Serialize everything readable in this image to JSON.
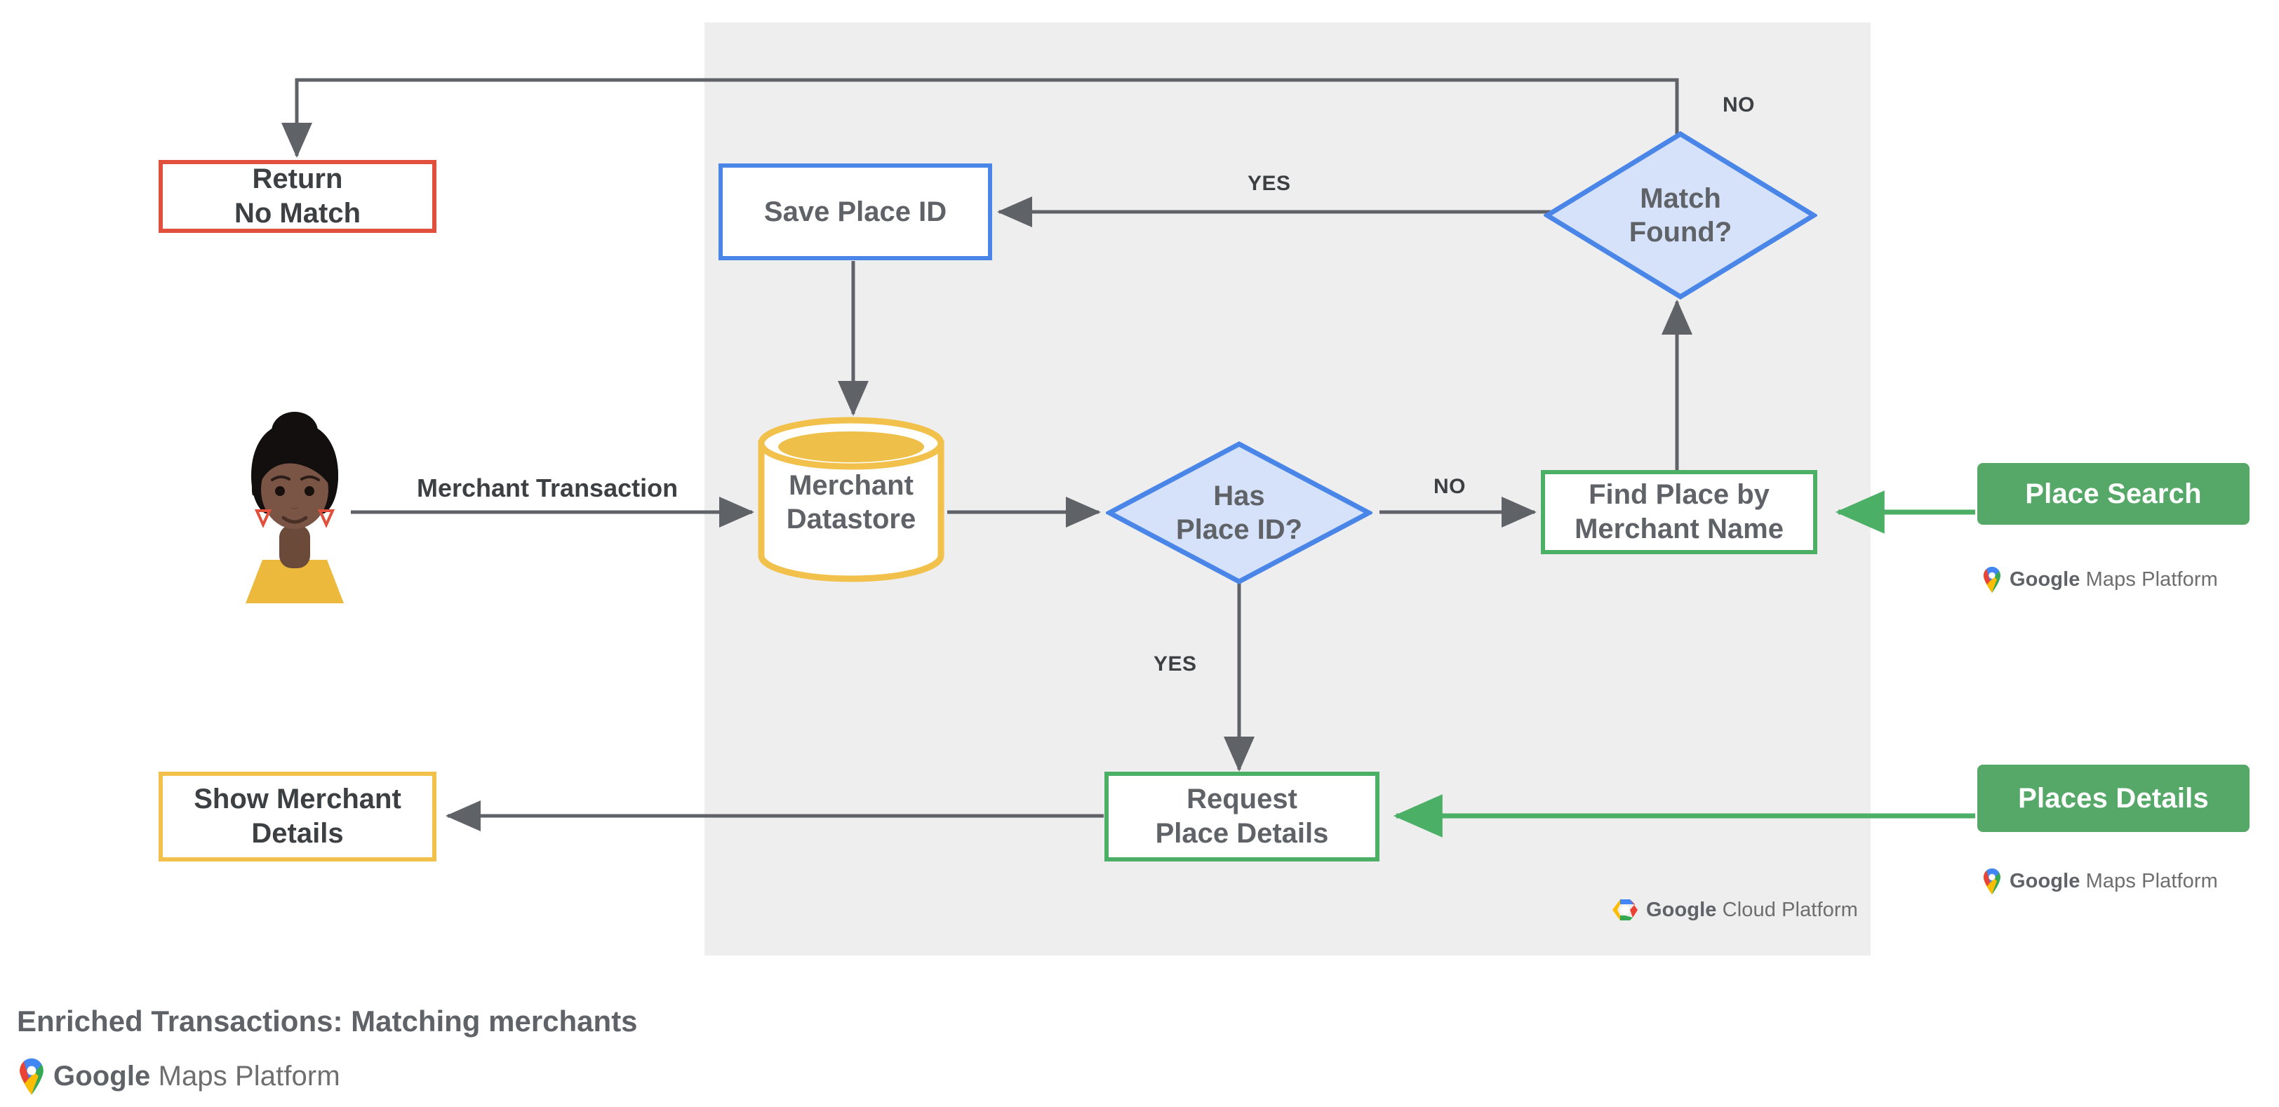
{
  "diagram": {
    "caption": "Enriched Transactions: Matching merchants",
    "panel_label": "Google Cloud Platform",
    "colors": {
      "panel_bg": "#eeeeee",
      "red": "#e0503c",
      "blue": "#4a86e8",
      "blue_fill": "#d6e2fa",
      "green": "#4caf66",
      "green_solid": "#55a868",
      "yellow": "#f2c14c",
      "connector": "#5f6368",
      "text": "#5f6368"
    }
  },
  "nodes": {
    "return_no_match": {
      "label": "Return\nNo Match",
      "shape": "rect",
      "accent": "red"
    },
    "save_place_id": {
      "label": "Save Place ID",
      "shape": "rect",
      "accent": "blue"
    },
    "match_found": {
      "label": "Match\nFound?",
      "shape": "diamond",
      "accent": "blue"
    },
    "merchant_datastore": {
      "label": "Merchant\nDatastore",
      "shape": "cylinder",
      "accent": "yellow"
    },
    "has_place_id": {
      "label": "Has\nPlace ID?",
      "shape": "diamond",
      "accent": "blue"
    },
    "find_place_by_merchant_name": {
      "label": "Find Place by\nMerchant Name",
      "shape": "rect",
      "accent": "green"
    },
    "request_place_details": {
      "label": "Request\nPlace Details",
      "shape": "rect",
      "accent": "green"
    },
    "show_merchant_details": {
      "label": "Show Merchant\nDetails",
      "shape": "rect",
      "accent": "yellow"
    },
    "place_search": {
      "label": "Place Search",
      "shape": "chip",
      "accent": "green_solid"
    },
    "places_details": {
      "label": "Places Details",
      "shape": "chip",
      "accent": "green_solid"
    },
    "customer": {
      "label": "customer-avatar",
      "shape": "illustration"
    }
  },
  "edge_labels": {
    "merchant_transaction": "Merchant Transaction",
    "match_found_yes": "YES",
    "match_found_no": "NO",
    "has_place_id_no": "NO",
    "has_place_id_yes": "YES"
  },
  "branding": {
    "maps_platform_prefix": "Google",
    "maps_platform_suffix": " Maps Platform",
    "cloud_platform_prefix": "Google",
    "cloud_platform_suffix": " Cloud Platform",
    "maps_pin_icon": "google-maps-pin-icon",
    "cloud_hex_icon": "google-cloud-hex-icon"
  }
}
